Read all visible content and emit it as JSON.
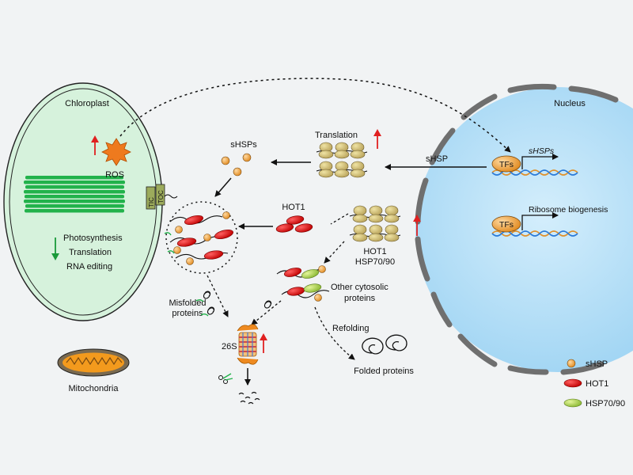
{
  "chloroplast": {
    "label": "Chloroplast",
    "ros_label": "ROS",
    "processes": [
      "Photosynthesis",
      "Translation",
      "RNA editing"
    ],
    "toc_label": "TOC",
    "tic_label": "TIC"
  },
  "mitochondria": {
    "label": "Mitochondria"
  },
  "nucleus": {
    "label": "Nucleus",
    "tfs_label": "TFs",
    "gene_label": "sHSPs",
    "ribosome_label": "Ribosome biogenesis"
  },
  "cytosol": {
    "translation_label": "Translation",
    "shsp_mrna_label": "sHSP",
    "shsps_label": "sHSPs",
    "hot1_label": "HOT1",
    "hot1_hsp_line1": "HOT1",
    "hot1_hsp_line2": "HSP70/90",
    "other_proteins_line1": "Other cytosolic",
    "other_proteins_line2": "proteins",
    "misfolded_line1": "Misfolded",
    "misfolded_line2": "proteins",
    "proteasome_label": "26S",
    "refolding_label": "Refolding",
    "folded_label": "Folded proteins"
  },
  "legend": {
    "items": [
      {
        "label": "sHSP",
        "color": "#f0a040"
      },
      {
        "label": "HOT1",
        "color": "#dd1111"
      },
      {
        "label": "HSP70/90",
        "color": "#a8d14a"
      }
    ]
  },
  "colors": {
    "chloroplast_fill": "#d6f2dc",
    "thylakoid": "#22b24b",
    "nucleus_fill": "#b8e0f7",
    "up_arrow": "#e02020",
    "down_arrow": "#1a9a3a"
  }
}
